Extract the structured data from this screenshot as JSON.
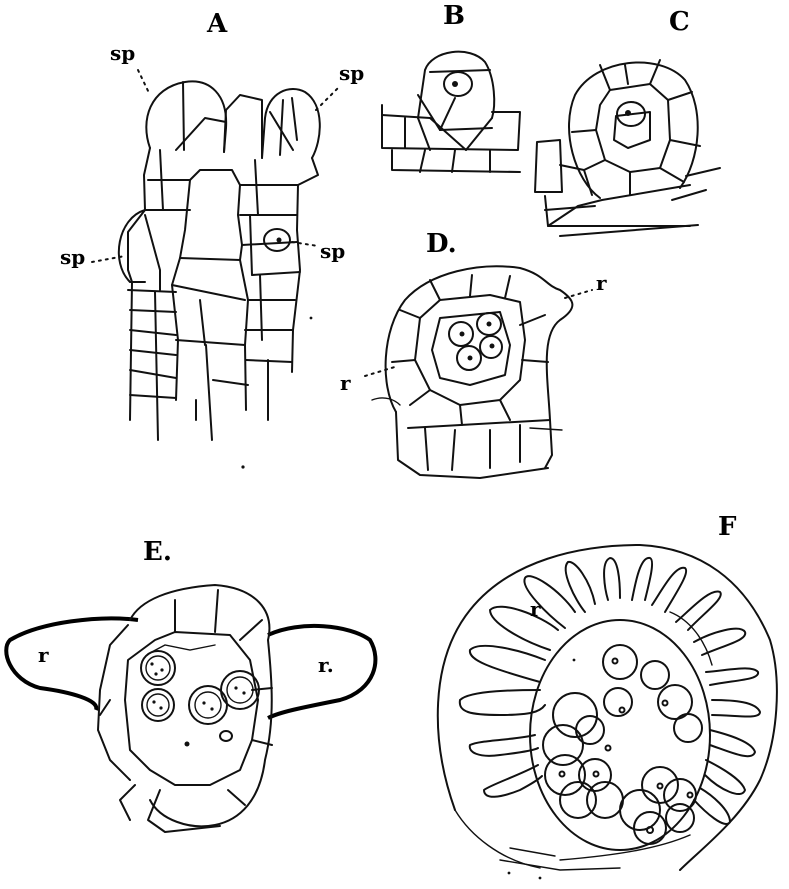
{
  "panels": {
    "A": {
      "letter": "A",
      "labels": [
        "sp",
        "sp",
        "sp",
        "sp"
      ]
    },
    "B": {
      "letter": "B"
    },
    "C": {
      "letter": "C"
    },
    "D": {
      "letter": "D.",
      "labels": [
        "r",
        "r"
      ]
    },
    "E": {
      "letter": "E.",
      "labels": [
        "r",
        "r."
      ]
    },
    "F": {
      "letter": "F",
      "labels": [
        "r"
      ]
    }
  }
}
